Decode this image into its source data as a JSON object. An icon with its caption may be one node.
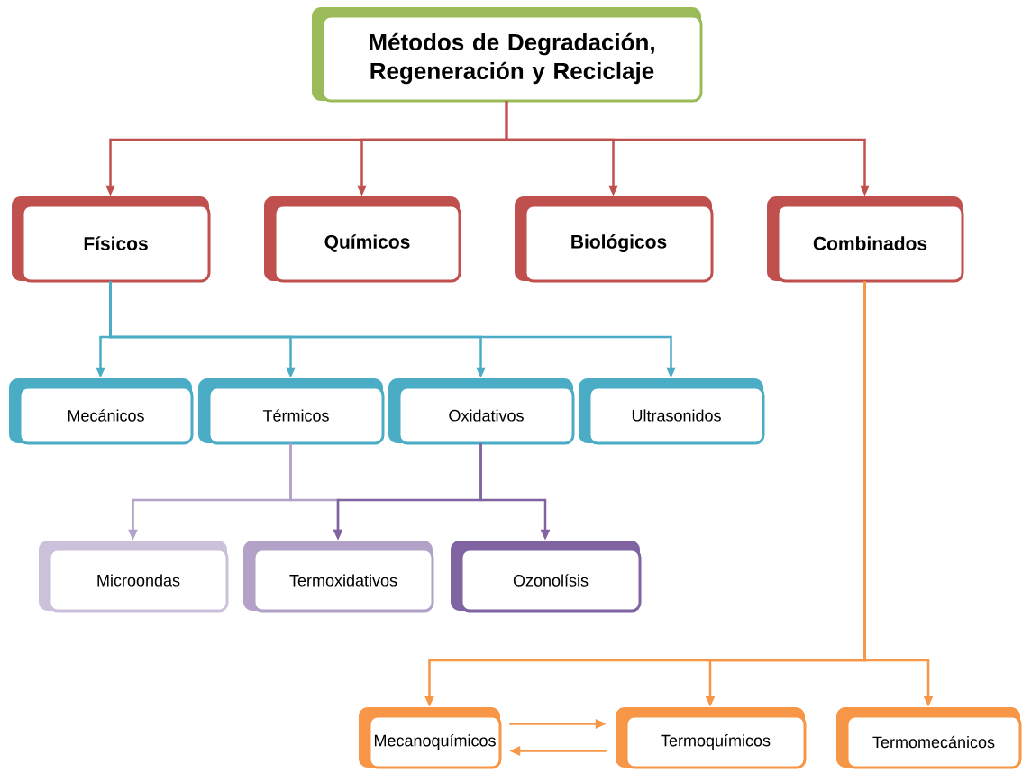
{
  "diagram": {
    "nodes": [
      {
        "text": [
          "Métodos de Degradación, Regeneración y Reciclaje"
        ]
      },
      {
        "text": [
          "Físicos"
        ]
      },
      {
        "text": [
          "Químicos"
        ]
      },
      {
        "text": [
          "Biológicos"
        ]
      },
      {
        "text": [
          "Combinados"
        ]
      },
      {
        "text": [
          "Mecánicos"
        ]
      },
      {
        "text": [
          "Térmicos"
        ]
      },
      {
        "text": [
          "Oxidativos"
        ]
      },
      {
        "text": [
          "Ultrasonidos"
        ]
      },
      {
        "text": [
          "Microondas"
        ]
      },
      {
        "text": [
          "Termoxidativos"
        ]
      },
      {
        "text": [
          "Ozonolísis"
        ]
      },
      {
        "text": [
          "Mecanoquímicos"
        ]
      },
      {
        "text": [
          "Termoquímicos"
        ]
      },
      {
        "text": [
          "Termomecánicos"
        ]
      }
    ],
    "edges": [
      {
        "from": 0,
        "to": 1,
        "arrow": "to",
        "color": "#c0504d"
      },
      {
        "from": 0,
        "to": 2,
        "arrow": "to",
        "color": "#c0504d"
      },
      {
        "from": 0,
        "to": 3,
        "arrow": "to",
        "color": "#c0504d"
      },
      {
        "from": 0,
        "to": 4,
        "arrow": "to",
        "color": "#c0504d"
      },
      {
        "from": 1,
        "to": 5,
        "arrow": "to",
        "color": "#4bacc6"
      },
      {
        "from": 1,
        "to": 6,
        "arrow": "to",
        "color": "#4bacc6"
      },
      {
        "from": 1,
        "to": 7,
        "arrow": "to",
        "color": "#4bacc6"
      },
      {
        "from": 1,
        "to": 8,
        "arrow": "to",
        "color": "#4bacc6"
      },
      {
        "from": 6,
        "to": 9,
        "arrow": "to",
        "color": "#b3a2c7"
      },
      {
        "from": 6,
        "to": 10,
        "arrow": "to",
        "color": "#b3a2c7"
      },
      {
        "from": 7,
        "to": 10,
        "arrow": "to",
        "color": "#8064a2"
      },
      {
        "from": 7,
        "to": 11,
        "arrow": "to",
        "color": "#8064a2"
      },
      {
        "from": 4,
        "to": 12,
        "arrow": "to",
        "color": "#f79646"
      },
      {
        "from": 4,
        "to": 13,
        "arrow": "to",
        "color": "#f79646"
      },
      {
        "from": 4,
        "to": 14,
        "arrow": "to",
        "color": "#f79646"
      },
      {
        "from": 12,
        "to": 13,
        "arrow": "to",
        "color": "#f79646"
      },
      {
        "from": 13,
        "to": 12,
        "arrow": "to",
        "color": "#f79646"
      }
    ]
  }
}
